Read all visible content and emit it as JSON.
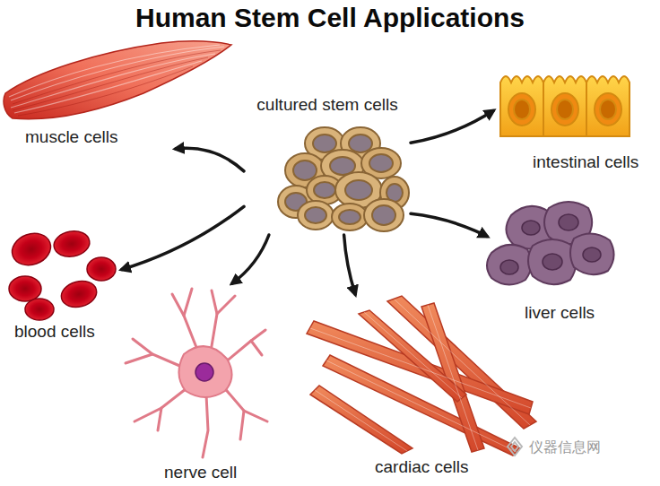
{
  "diagram": {
    "title": "Human Stem Cell Applications",
    "nodes": [
      {
        "text": [
          "cultured stem cells"
        ]
      },
      {
        "text": [
          "muscle cells"
        ]
      },
      {
        "text": [
          "intestinal cells"
        ]
      },
      {
        "text": [
          "liver cells"
        ]
      },
      {
        "text": [
          "blood cells"
        ]
      },
      {
        "text": [
          "nerve cell"
        ]
      },
      {
        "text": [
          "cardiac cells"
        ]
      }
    ],
    "edges": [
      {
        "from": 0,
        "to": 1,
        "arrow": "to"
      },
      {
        "from": 0,
        "to": 2,
        "arrow": "to"
      },
      {
        "from": 0,
        "to": 3,
        "arrow": "to"
      },
      {
        "from": 0,
        "to": 4,
        "arrow": "to"
      },
      {
        "from": 0,
        "to": 5,
        "arrow": "to"
      },
      {
        "from": 0,
        "to": 6,
        "arrow": "to"
      }
    ],
    "labels": [
      "仪器信息网"
    ]
  }
}
